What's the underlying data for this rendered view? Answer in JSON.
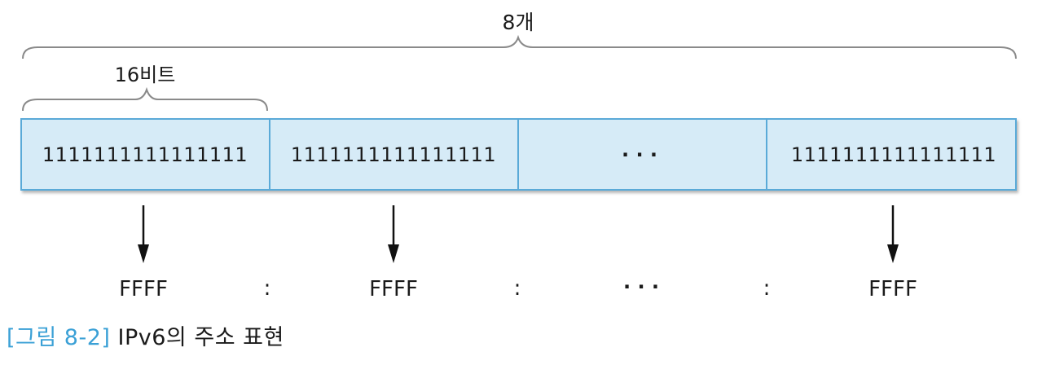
{
  "top_brace_label": "8개",
  "group_brace_label": "16비트",
  "cells": [
    {
      "bits": "1111111111111111",
      "hex": "FFFF"
    },
    {
      "bits": "1111111111111111",
      "hex": "FFFF"
    },
    {
      "bits": "· · ·",
      "hex": "· · ·"
    },
    {
      "bits": "1111111111111111",
      "hex": "FFFF"
    }
  ],
  "separator": ":",
  "caption": {
    "figure_number": "[그림 8-2]",
    "title": "IPv6의 주소 표현"
  },
  "colors": {
    "cell_fill": "#d6ebf7",
    "cell_stroke": "#5aaad8",
    "caption_accent": "#3aa0d6",
    "brace": "#8a8a8a"
  }
}
